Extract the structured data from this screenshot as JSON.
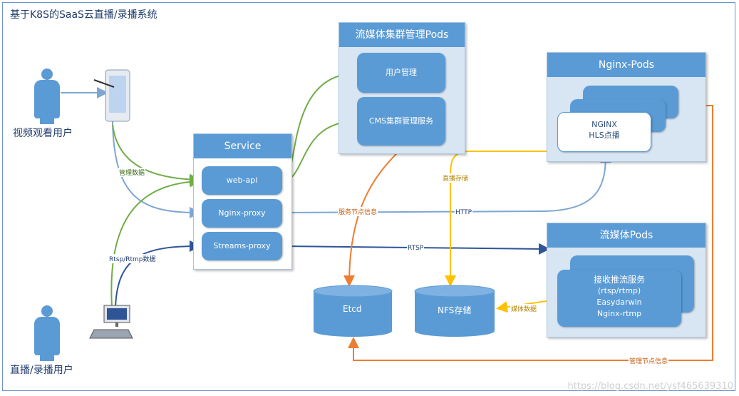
{
  "title": "基于K8S的SaaS云直播/录播系统",
  "users": {
    "viewer": "视频观看用户",
    "broadcaster": "直播/录播用户"
  },
  "service": {
    "title": "Service",
    "items": [
      "web-api",
      "Nginx-proxy",
      "Streams-proxy"
    ]
  },
  "streaming_cluster": {
    "title": "流媒体集群管理Pods",
    "items": [
      "用户管理",
      "CMS集群管理服务"
    ]
  },
  "nginx_pods": {
    "title": "Nginx-Pods",
    "box_line1": "NGINX",
    "box_line2": "HLS点播"
  },
  "media_pods": {
    "title": "流媒体Pods",
    "line1": "接收推流服务",
    "line2": "(rtsp/rtmp)",
    "line3": "Easydarwin",
    "line4": "Nginx-rtmp"
  },
  "storage": {
    "etcd": "Etcd",
    "nfs": "NFS存储"
  },
  "edge_labels": {
    "mgmt_data": "管理数据",
    "rtsp_rtmp": "Rtsp/Rtmp数据",
    "service_node_info": "服务节点信息",
    "http": "HTTP",
    "rtsp": "RTSP",
    "live_storage": "直播存储",
    "media_data": "媒体数据",
    "mgmt_node_info": "管理节点信息"
  },
  "watermark": "https://blog.csdn.net/ysf465639310",
  "colors": {
    "green": "#70ad47",
    "orange": "#ed7d31",
    "yellow": "#ffc000",
    "blue_light": "#7ea6d3",
    "blue_dark": "#2f5597"
  }
}
